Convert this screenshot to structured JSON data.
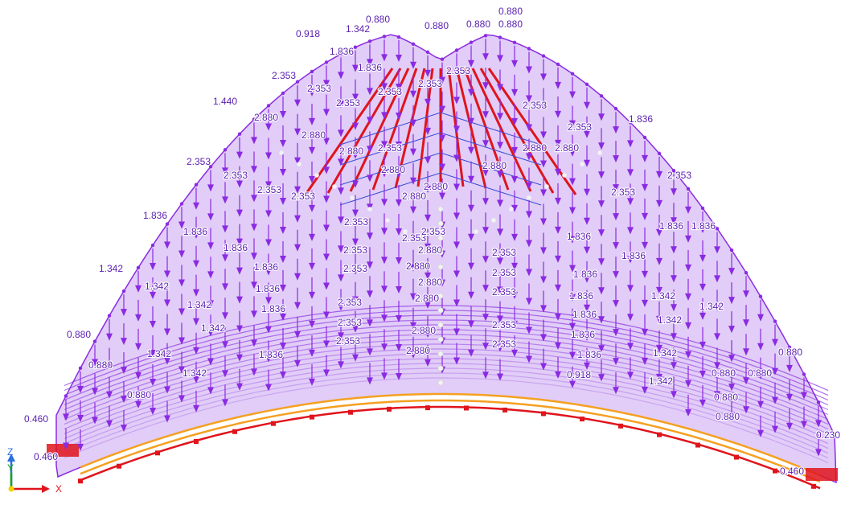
{
  "app": {
    "title": "Structural model 3D view – roof loads"
  },
  "viewport": {
    "projection": "front elevation (X–Z)",
    "background": "#ffffff"
  },
  "colors": {
    "load_arrow": "#8a2be2",
    "load_fill": "#c9a4f0",
    "member_orange": "#f5a021",
    "member_red": "#e0141c",
    "node_white": "#f2f2f2",
    "thin_blue": "#3b4bd6",
    "axis_x": "#e0141c",
    "axis_y": "#18a418",
    "axis_z": "#2b6fe0",
    "label_text": "#5a1fb0"
  },
  "axis_triad": {
    "x_label": "X",
    "y_label": "Y",
    "z_label": "Z",
    "icon": "coordinate-triad-icon"
  },
  "load_labels": [
    "0.880",
    "0.880",
    "0.880",
    "0.880",
    "0.918",
    "1.342",
    "1.836",
    "1.836",
    "2.353",
    "2.353",
    "2.353",
    "2.353",
    "2.353",
    "2.353",
    "1.440",
    "2.880",
    "2.880",
    "2.880",
    "2.880",
    "2.880",
    "2.880",
    "2.880",
    "2.353",
    "2.353",
    "2.353",
    "2.353",
    "2.353",
    "2.353",
    "2.353",
    "2.880",
    "2.880",
    "2.880",
    "2.880",
    "2.353",
    "2.353",
    "2.353",
    "2.353",
    "2.353",
    "1.836",
    "1.836",
    "1.836",
    "1.836",
    "2.353",
    "2.353",
    "2.880",
    "2.353",
    "1.836",
    "1.836",
    "1.836",
    "1.342",
    "1.342",
    "1.836",
    "2.353",
    "2.880",
    "2.353",
    "1.836",
    "1.836",
    "1.342",
    "1.342",
    "1.342",
    "1.836",
    "1.836",
    "2.353",
    "2.880",
    "2.353",
    "1.836",
    "1.342",
    "1.342",
    "1.836",
    "2.353",
    "2.880",
    "2.353",
    "1.836",
    "1.342",
    "1.342",
    "0.880",
    "1.342",
    "1.836",
    "2.353",
    "1.836",
    "0.918",
    "1.342",
    "0.880",
    "0.880",
    "0.880",
    "0.880",
    "0.880",
    "0.880",
    "0.880",
    "0.880",
    "0.460",
    "0.460",
    "0.230",
    "0.460"
  ]
}
